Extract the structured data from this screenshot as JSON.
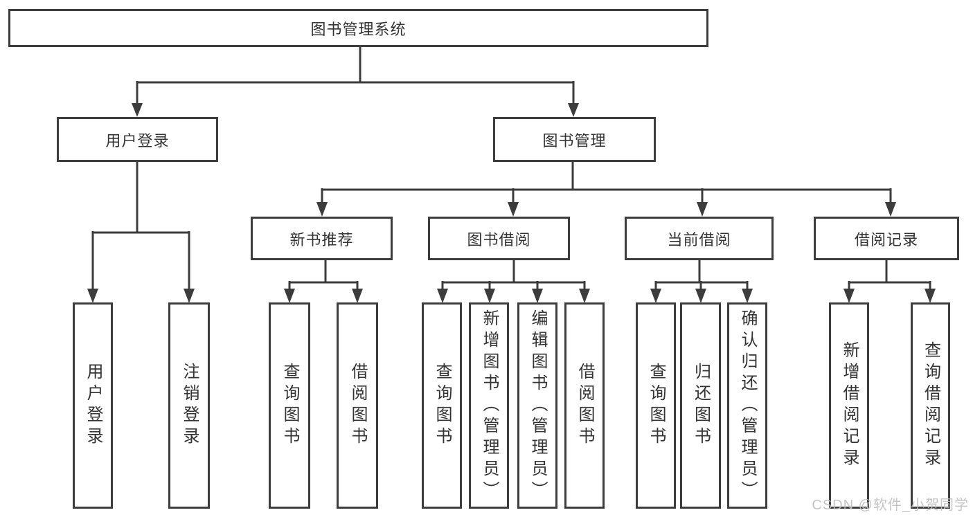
{
  "tree": {
    "label": "图书管理系统",
    "children": [
      {
        "label": "用户登录",
        "children": [
          {
            "label": "用户登录"
          },
          {
            "label": "注销登录"
          }
        ]
      },
      {
        "label": "图书管理",
        "children": [
          {
            "label": "新书推荐",
            "children": [
              {
                "label": "查询图书"
              },
              {
                "label": "借阅图书"
              }
            ]
          },
          {
            "label": "图书借阅",
            "children": [
              {
                "label": "查询图书"
              },
              {
                "label": "新增图书（管理员）"
              },
              {
                "label": "编辑图书（管理员）"
              },
              {
                "label": "借阅图书"
              }
            ]
          },
          {
            "label": "当前借阅",
            "children": [
              {
                "label": "查询图书"
              },
              {
                "label": "归还图书"
              },
              {
                "label": "确认归还（管理员）"
              }
            ]
          },
          {
            "label": "借阅记录",
            "children": [
              {
                "label": "新增借阅记录"
              },
              {
                "label": "查询借阅记录"
              }
            ]
          }
        ]
      }
    ]
  },
  "watermark": {
    "text": "CSDN @软件_小贺同学"
  },
  "colors": {
    "line": "#3c3c3c",
    "box_border": "#3d3d3d",
    "box_bg": "#ffffff",
    "text": "#333333",
    "watermark": "#bfbfbf"
  }
}
